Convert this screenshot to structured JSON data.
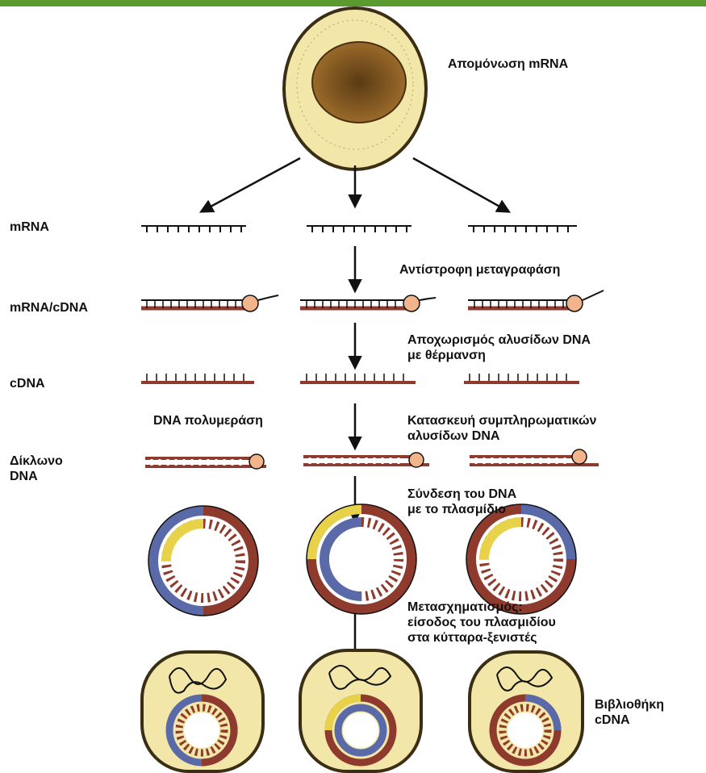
{
  "colors": {
    "top_bar": "#5a9a2e",
    "cell_fill": "#f2e6a8",
    "cell_outline": "#3a2f14",
    "nucleus": "#8a5a22",
    "strand_brown": "#8e3b2e",
    "plasmid_blue": "#5a6aa8",
    "plasmid_yellow": "#e8d24a",
    "primer_ball": "#f2b48a",
    "arrow": "#111111"
  },
  "labels": {
    "isolation": "Απομόνωση mRNA",
    "row_mrna": "mRNA",
    "row_hybrid": "mRNA/cDNA",
    "row_cdna": "cDNA",
    "row_double": "Δίκλωνο\nDNA",
    "step_rt": "Αντίστροφη μεταγραφάση",
    "step_separation": "Αποχωρισμός αλυσίδων DNA\nμε θέρμανση",
    "step_polymerase": "DNA πολυμεράση",
    "step_complementary": "Κατασκευή συμπληρωματικών\nαλυσίδων DNA",
    "step_ligation": "Σύνδεση του DNA\nμε το πλασμίδιο",
    "step_transformation": "Μετασχηματισμός:\nείσοδος του πλασμιδίου\nστα κύτταρα-ξενιστές",
    "library": "Βιβλιοθήκη\ncDNA"
  }
}
